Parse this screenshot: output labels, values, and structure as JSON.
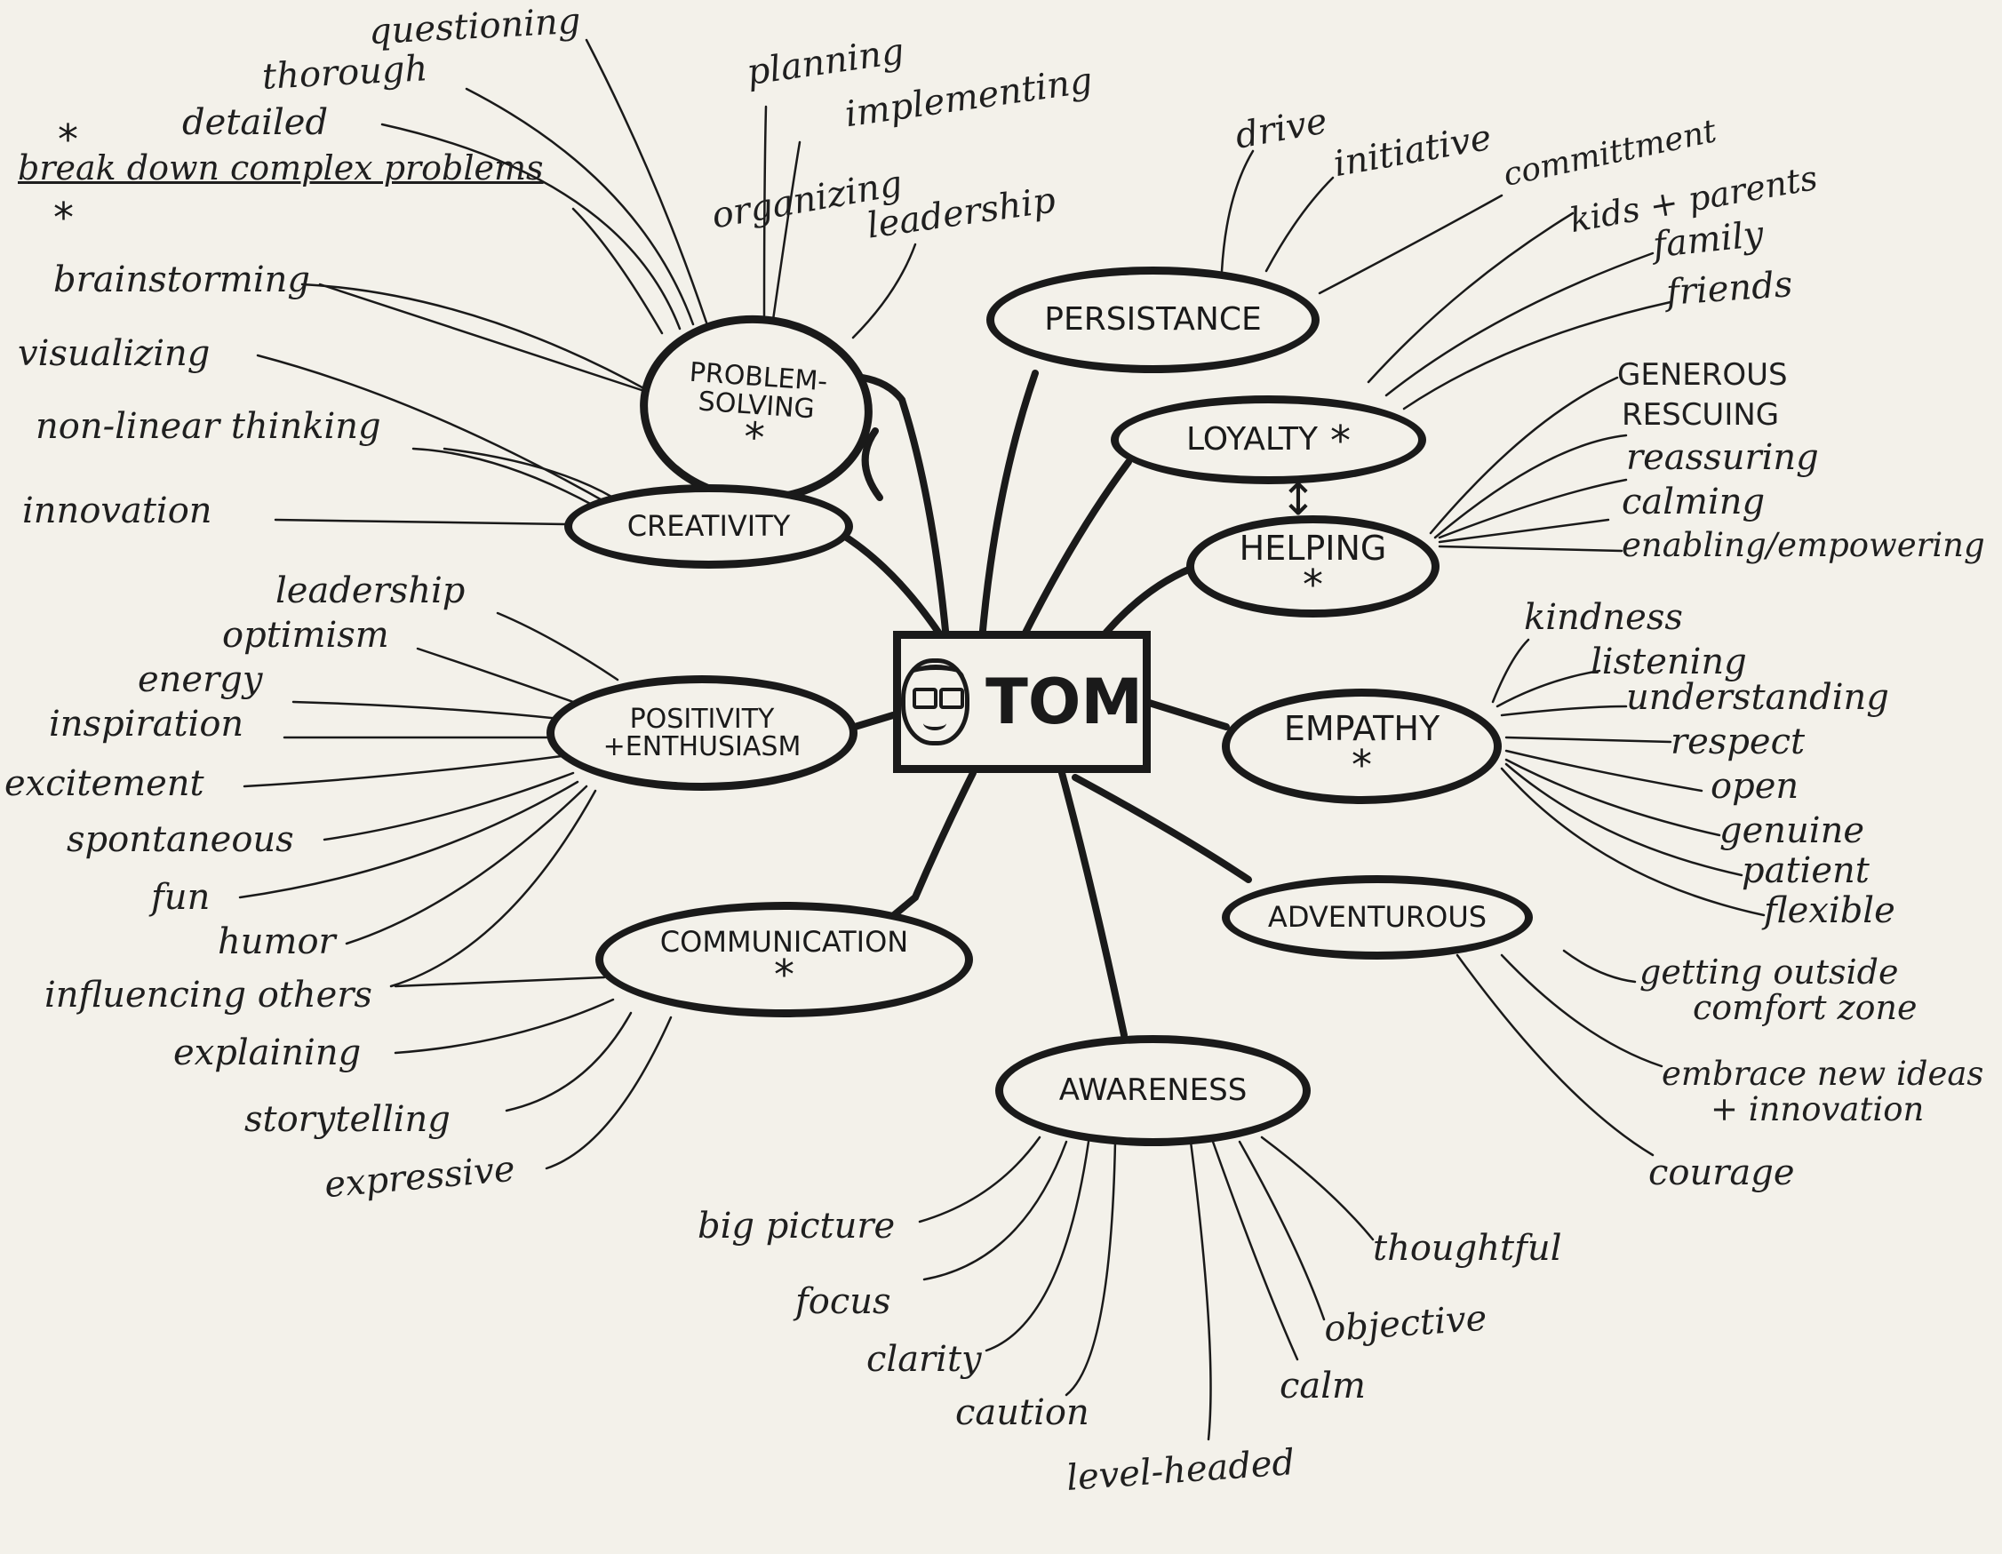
{
  "center": {
    "label": "TOM"
  },
  "nodes": {
    "problem_solving": {
      "line1": "PROBLEM-",
      "line2": "SOLVING",
      "star": "*"
    },
    "creativity": {
      "label": "CREATIVITY"
    },
    "positivity": {
      "line1": "POSITIVITY",
      "line2": "+ENTHUSIASM"
    },
    "communication": {
      "label": "COMMUNICATION",
      "star": "*"
    },
    "awareness": {
      "label": "AWARENESS"
    },
    "persistance": {
      "label": "PERSISTANCE"
    },
    "loyalty": {
      "label": "LOYALTY",
      "star": "*"
    },
    "helping": {
      "label": "HELPING",
      "star": "*"
    },
    "empathy": {
      "label": "EMPATHY",
      "star": "*"
    },
    "adventurous": {
      "label": "ADVENTUROUS"
    }
  },
  "loyalty_helping_link": "↕",
  "break_down_marks": {
    "top": "*",
    "bottom": "*"
  },
  "leaves": {
    "problem_solving": [
      "questioning",
      "thorough",
      "detailed",
      "break down complex problems",
      "planning",
      "implementing",
      "organizing",
      "leadership"
    ],
    "creativity": [
      "brainstorming",
      "visualizing",
      "non-linear thinking",
      "innovation"
    ],
    "positivity": [
      "leadership",
      "optimism",
      "energy",
      "inspiration",
      "excitement",
      "spontaneous",
      "fun",
      "humor",
      "influencing others"
    ],
    "communication": [
      "explaining",
      "storytelling",
      "expressive"
    ],
    "awareness": [
      "big picture",
      "focus",
      "clarity",
      "caution",
      "level-headed",
      "calm",
      "objective",
      "thoughtful"
    ],
    "persistance": [
      "drive",
      "initiative",
      "committment"
    ],
    "loyalty": [
      "kids + parents",
      "family",
      "friends"
    ],
    "helping": [
      "GENEROUS",
      "RESCUING",
      "reassuring",
      "calming",
      "enabling/empowering"
    ],
    "empathy": [
      "kindness",
      "listening",
      "understanding",
      "respect",
      "open",
      "genuine",
      "patient",
      "flexible"
    ],
    "adventurous": [
      "getting outside",
      "comfort zone",
      "embrace new ideas",
      "+ innovation",
      "courage"
    ]
  }
}
